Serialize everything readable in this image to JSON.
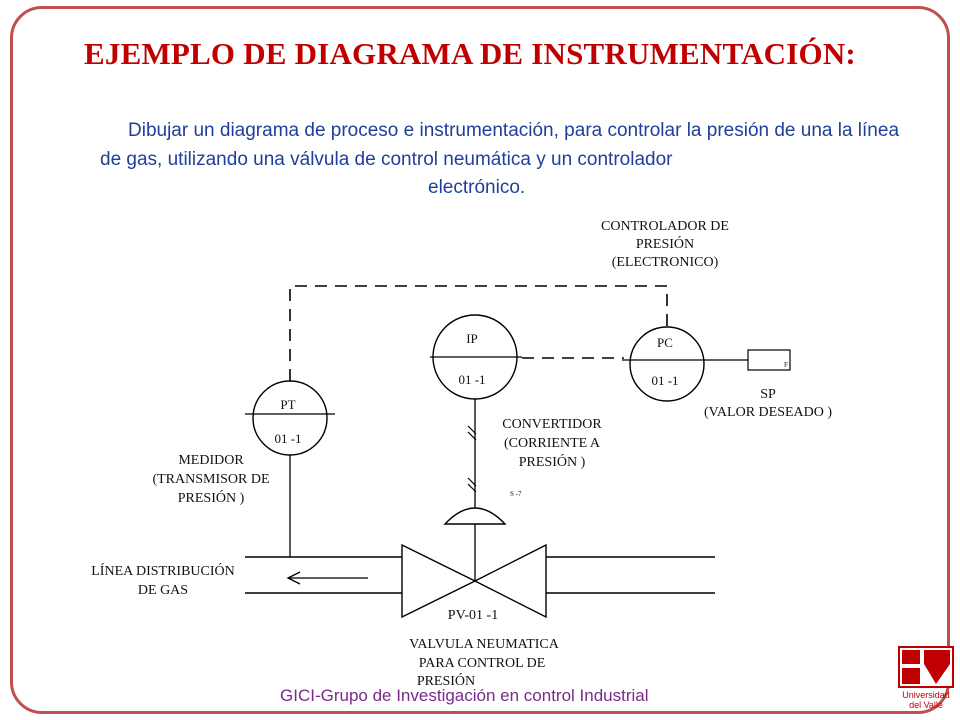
{
  "page": {
    "title": "EJEMPLO DE DIAGRAMA DE INSTRUMENTACIÓN:",
    "intro_main": "Dibujar un diagrama de proceso e instrumentación, para controlar la presión de una la línea de gas, utilizando una válvula de control neumática y un controlador",
    "intro_last": "electrónico.",
    "footer": "GICI-Grupo de Investigación en control Industrial"
  },
  "diagram": {
    "controller_label": [
      "CONTROLADOR DE",
      "PRESIÓN",
      "(ELECTRONICO)"
    ],
    "pc": {
      "tag": "PC",
      "loop": "01 -1"
    },
    "ip": {
      "tag": "IP",
      "loop": "01 -1"
    },
    "pt": {
      "tag": "PT",
      "loop": "01 -1"
    },
    "setpoint_label": [
      "SP",
      "(VALOR DESEADO )"
    ],
    "setpoint_box_mark": "F",
    "converter_label": [
      "CONVERTIDOR",
      "(CORRIENTE A",
      "PRESIÓN )"
    ],
    "actuator_mark": "S -7",
    "transmitter_label": [
      "MEDIDOR",
      "(TRANSMISOR DE",
      "PRESIÓN )"
    ],
    "line_label": [
      "LÍNEA DISTRIBUCIÓN",
      "DE GAS"
    ],
    "valve_tag": "PV-01 -1",
    "valve_label": [
      "VALVULA NEUMATICA",
      "PARA CONTROL DE",
      "PRESIÓN"
    ]
  },
  "logo": {
    "text_line1": "Universidad",
    "text_line2": "del Valle",
    "color": "#c00000"
  },
  "colors": {
    "frame": "#c0504d",
    "title": "#c00000",
    "intro": "#1f3f9a",
    "footer": "#7a2a8a"
  }
}
